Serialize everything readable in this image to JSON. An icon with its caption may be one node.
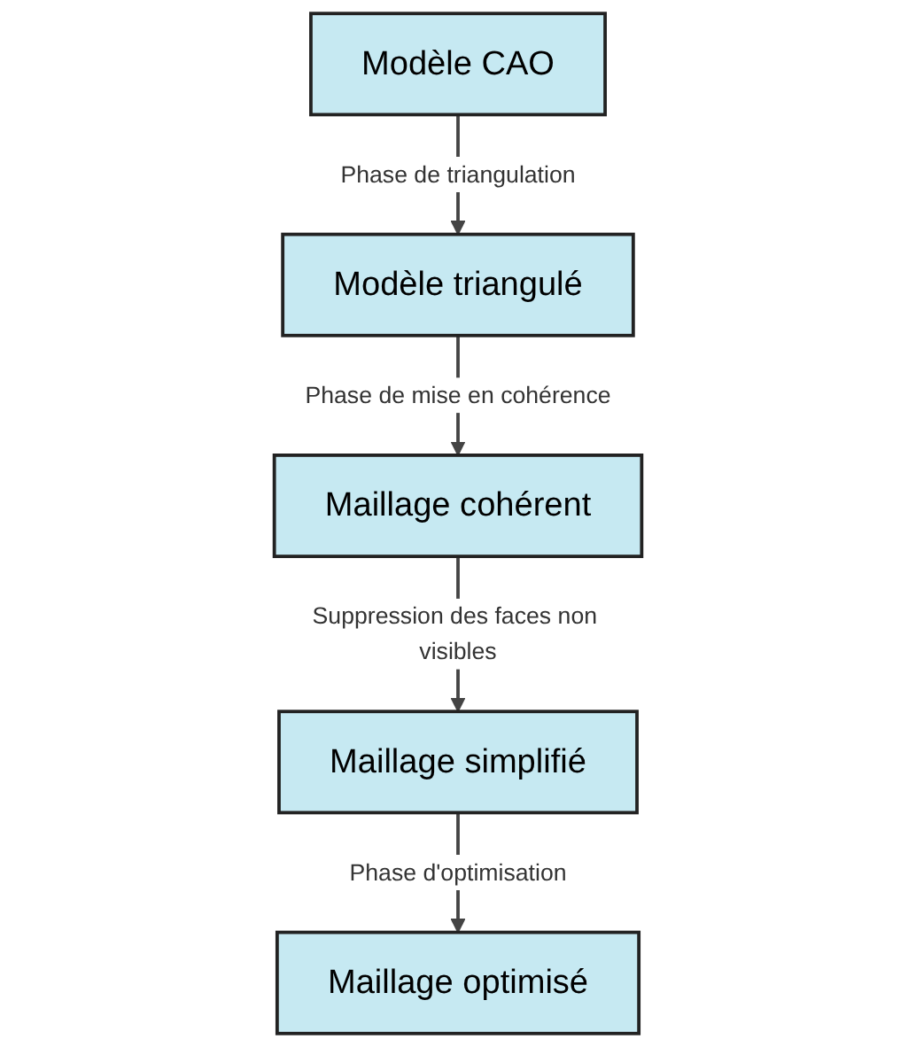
{
  "diagram": {
    "nodes": [
      {
        "text": [
          "Modèle CAO"
        ]
      },
      {
        "text": [
          "Modèle triangulé"
        ]
      },
      {
        "text": [
          "Maillage cohérent"
        ]
      },
      {
        "text": [
          "Maillage simplifié"
        ]
      },
      {
        "text": [
          "Maillage optimisé"
        ]
      }
    ],
    "edges": [
      {
        "from": 0,
        "to": 1,
        "arrow": "to",
        "label": "Phase de triangulation"
      },
      {
        "from": 1,
        "to": 2,
        "arrow": "to",
        "label": "Phase de mise en cohérence"
      },
      {
        "from": 2,
        "to": 3,
        "arrow": "to",
        "label": "Suppression des faces non visibles"
      },
      {
        "from": 3,
        "to": 4,
        "arrow": "to",
        "label": "Phase d'optimisation"
      }
    ]
  }
}
